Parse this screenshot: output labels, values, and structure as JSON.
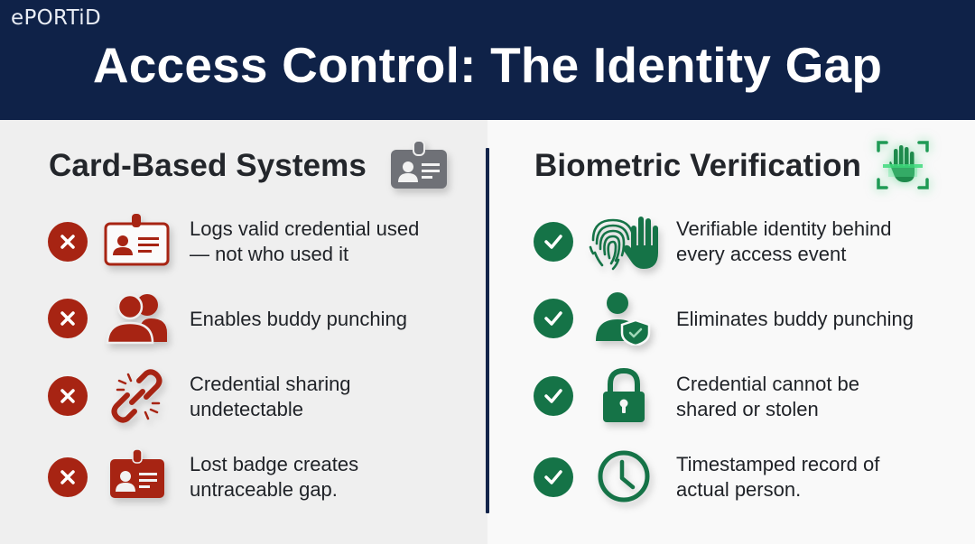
{
  "header": {
    "brand": "ePORTiD",
    "title": "Access Control: The Identity Gap"
  },
  "colors": {
    "header_bg": "#0f2248",
    "negative": "#a72413",
    "positive": "#157347",
    "neutral_icon": "#6f7177"
  },
  "left": {
    "title": "Card-Based Systems",
    "title_icon": "id-badge-icon",
    "items": [
      {
        "status": "x-icon",
        "icon": "id-card-outline-icon",
        "text": "Logs valid credential used\n— not who used it"
      },
      {
        "status": "x-icon",
        "icon": "users-group-icon",
        "text": "Enables buddy punching"
      },
      {
        "status": "x-icon",
        "icon": "broken-link-icon",
        "text": "Credential sharing\nundetectable"
      },
      {
        "status": "x-icon",
        "icon": "id-badge-filled-icon",
        "text": "Lost badge creates\nuntraceable gap."
      }
    ]
  },
  "right": {
    "title": "Biometric Verification",
    "title_icon": "palm-scan-icon",
    "items": [
      {
        "status": "check-icon",
        "icon": "fingerprint-hand-icon",
        "text": "Verifiable identity behind\nevery access event"
      },
      {
        "status": "check-icon",
        "icon": "user-shield-icon",
        "text": "Eliminates buddy punching"
      },
      {
        "status": "check-icon",
        "icon": "padlock-icon",
        "text": "Credential cannot be\nshared or stolen"
      },
      {
        "status": "check-icon",
        "icon": "clock-icon",
        "text": "Timestamped record of\nactual person."
      }
    ]
  }
}
